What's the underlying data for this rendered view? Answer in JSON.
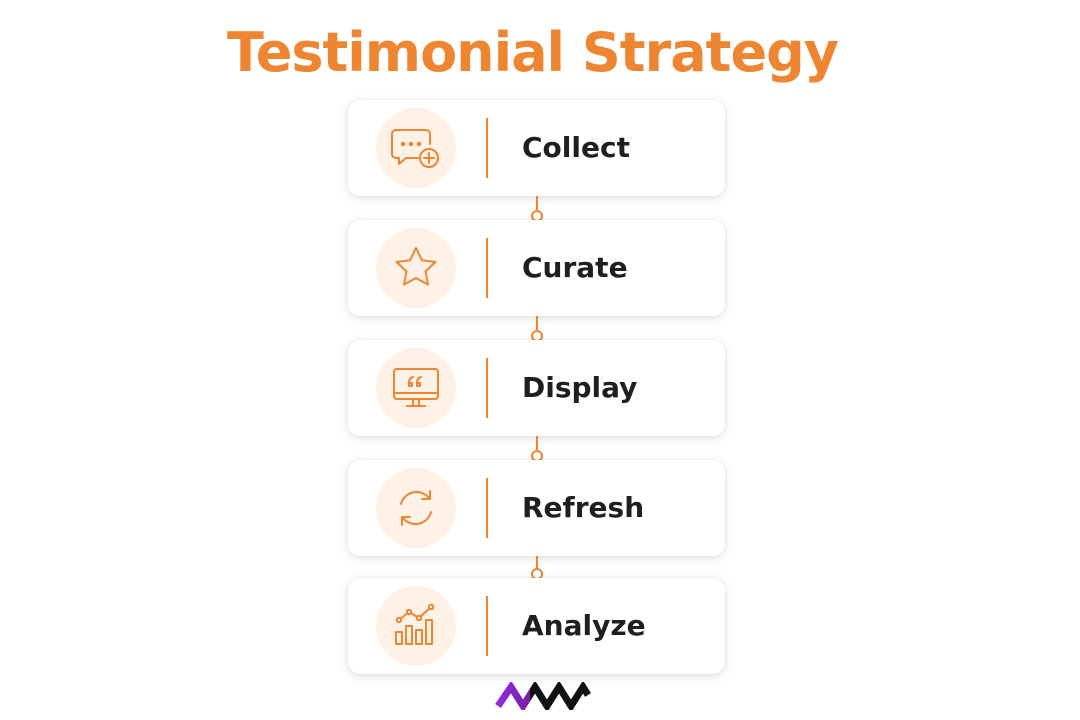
{
  "title": "Testimonial Strategy",
  "accent_color": "#EE8530",
  "steps": [
    {
      "label": "Collect",
      "icon": "chat-add-icon"
    },
    {
      "label": "Curate",
      "icon": "star-icon"
    },
    {
      "label": "Display",
      "icon": "monitor-quote-icon"
    },
    {
      "label": "Refresh",
      "icon": "refresh-icon"
    },
    {
      "label": "Analyze",
      "icon": "bar-chart-icon"
    }
  ],
  "logo": "brand-logo"
}
